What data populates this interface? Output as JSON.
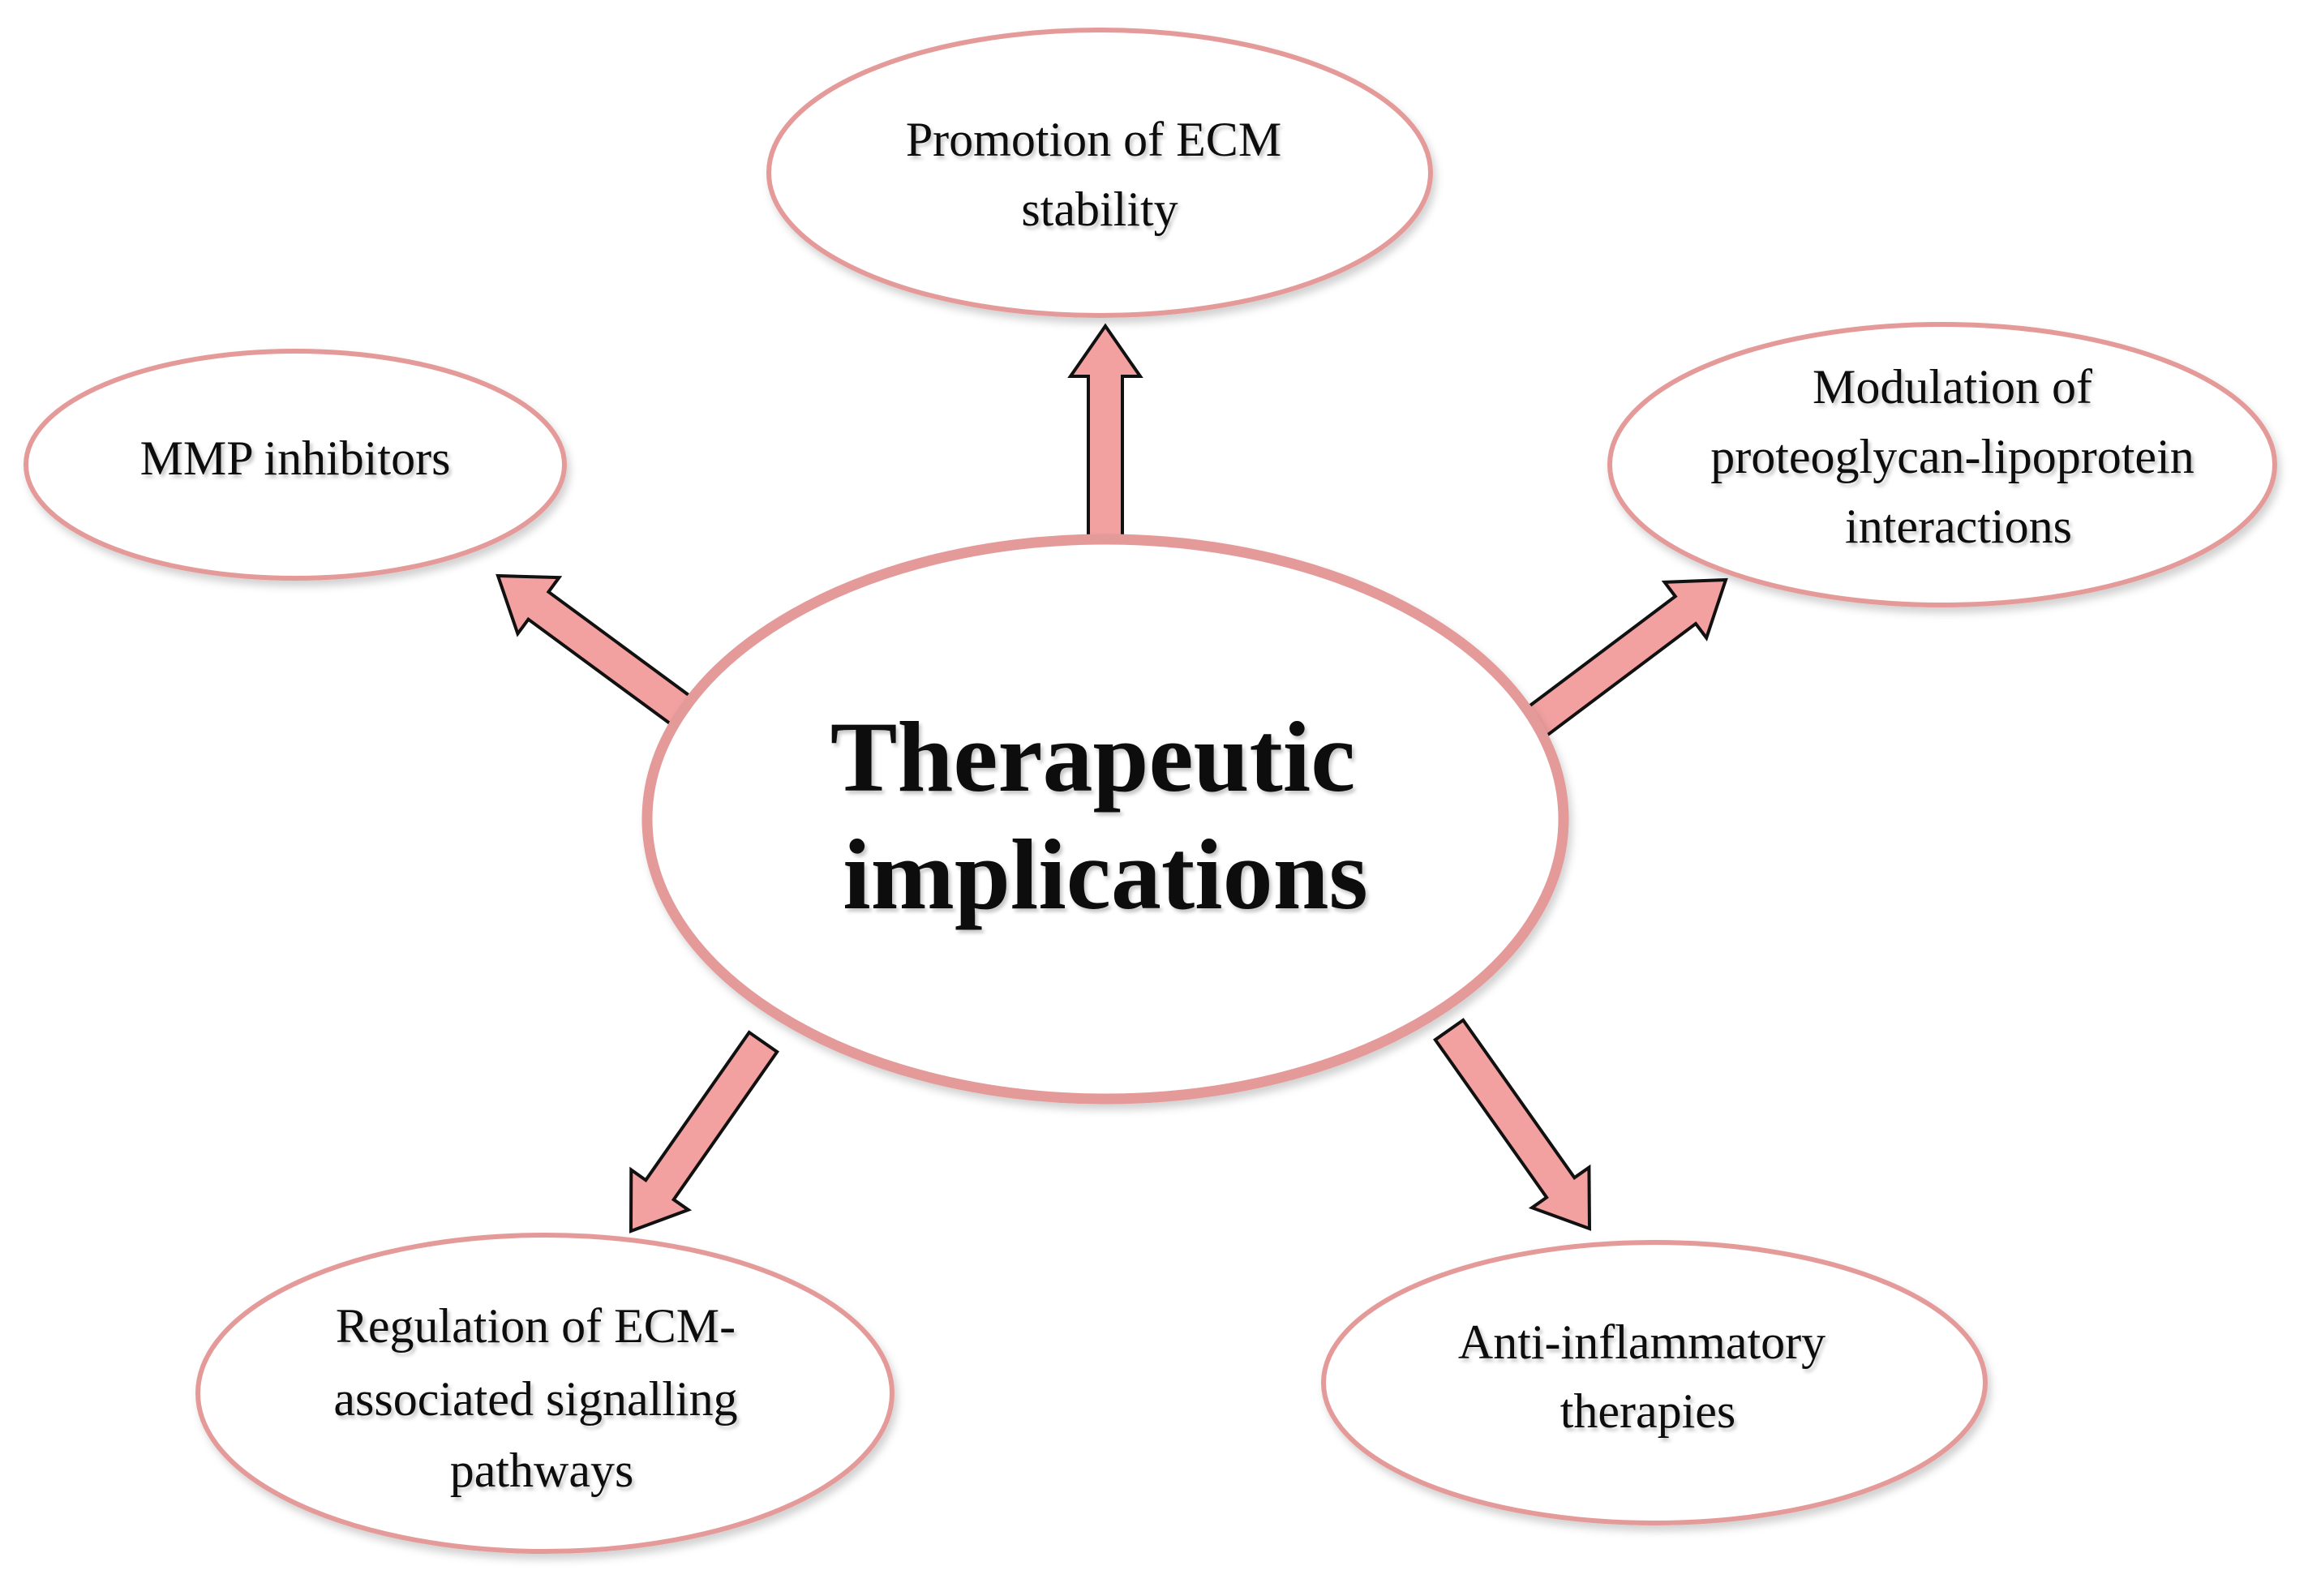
{
  "diagram": {
    "center": {
      "lines": [
        "Therapeutic",
        "implications"
      ]
    },
    "nodes": [
      {
        "id": "ecm-stability",
        "lines": [
          "Promotion  of  ECM",
          "stability"
        ]
      },
      {
        "id": "mmp-inhibitors",
        "lines": [
          "MMP inhibitors"
        ]
      },
      {
        "id": "proteoglycan-lipoprotein",
        "lines": [
          "Modulation  of",
          "proteoglycan-lipoprotein",
          "interactions"
        ]
      },
      {
        "id": "ecm-signalling",
        "lines": [
          "Regulation  of  ECM-",
          "associated  signalling",
          "pathways"
        ]
      },
      {
        "id": "anti-inflammatory",
        "lines": [
          "Anti-inflammatory",
          "therapies"
        ]
      }
    ],
    "colors": {
      "ellipse_stroke": "#e59a9a",
      "arrow_fill": "#f2a0a0",
      "arrow_outline": "#111111",
      "text": "#111111"
    }
  }
}
